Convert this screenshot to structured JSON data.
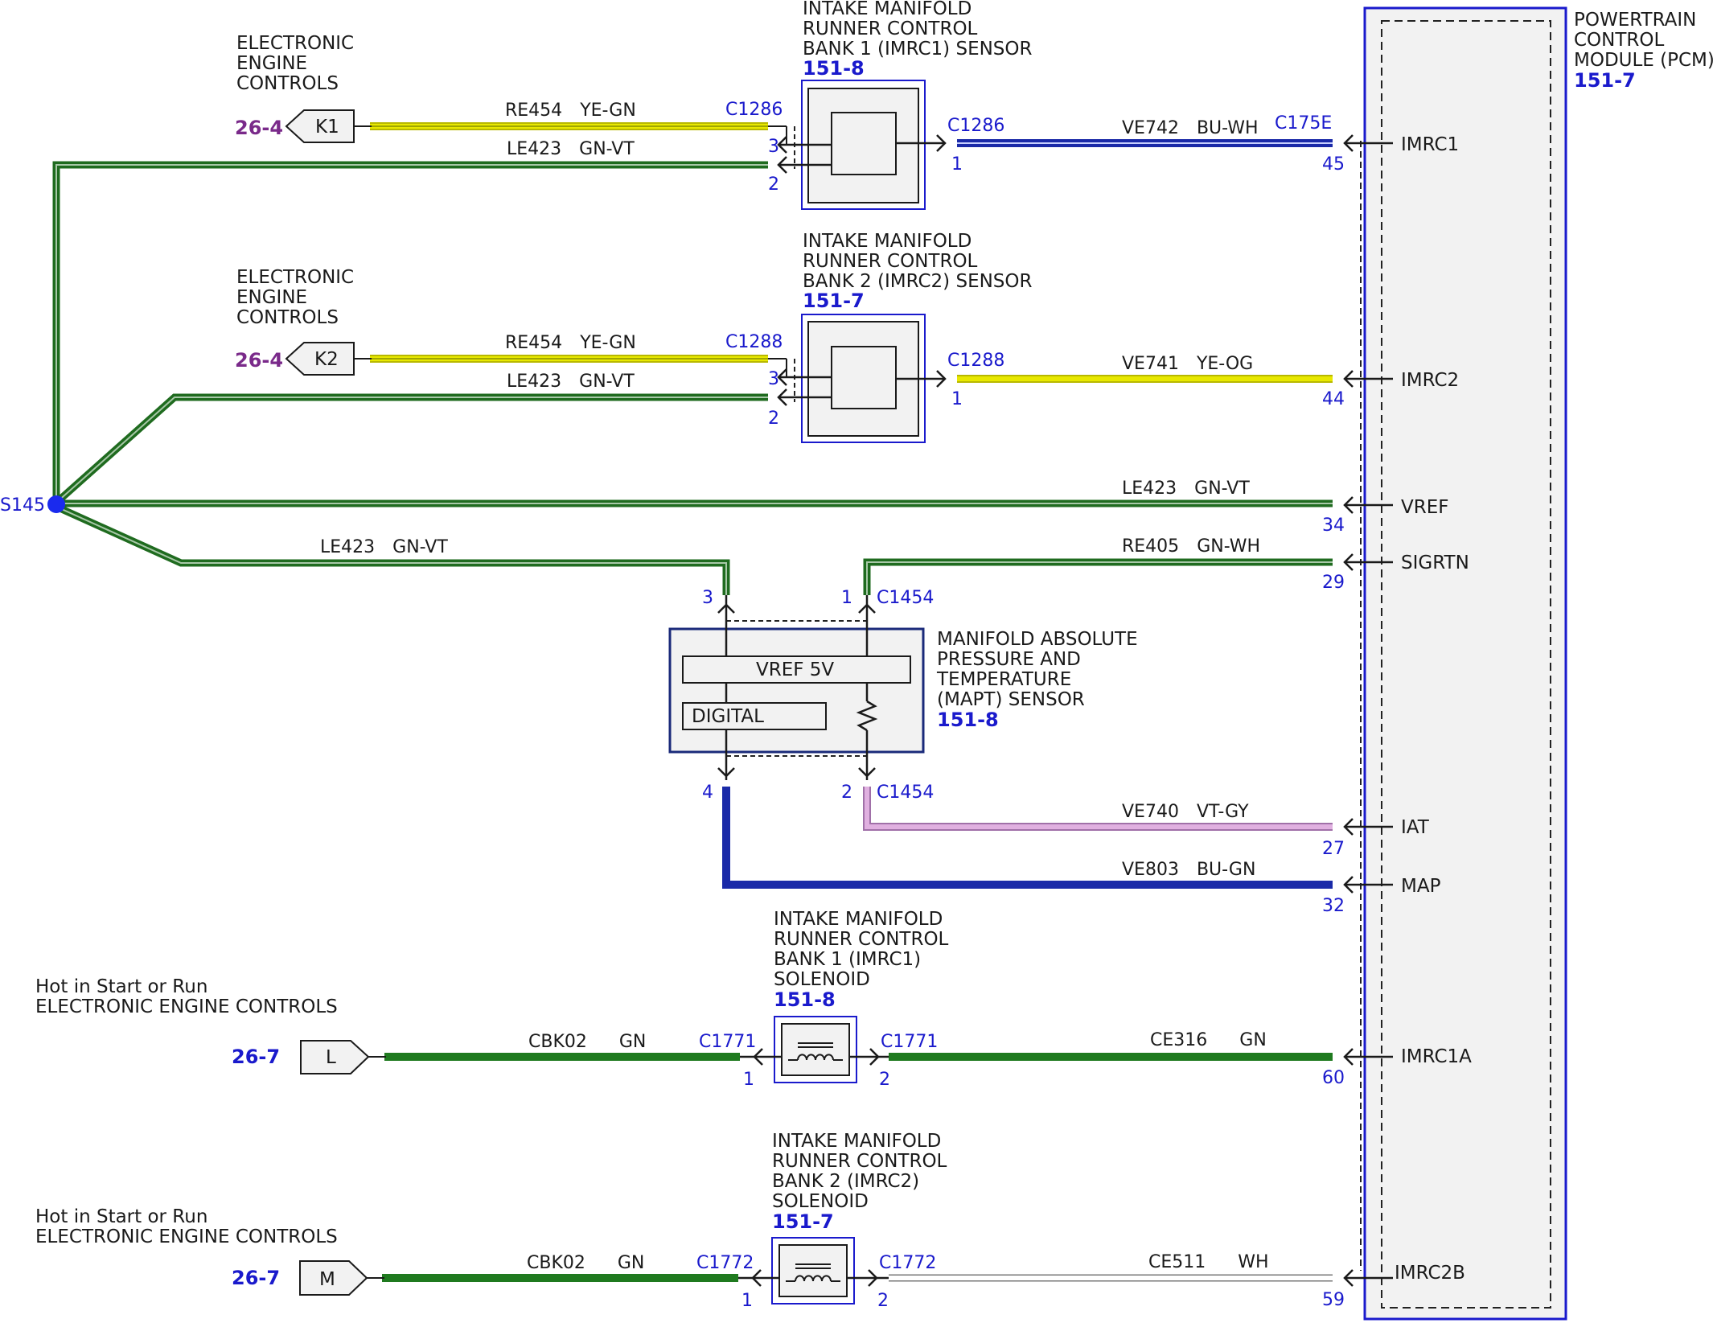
{
  "pcm": {
    "title": [
      "POWERTRAIN",
      "CONTROL",
      "MODULE (PCM)"
    ],
    "ref": "151-7",
    "signals": [
      "IMRC1",
      "IMRC2",
      "VREF",
      "SIGRTN",
      "IAT",
      "MAP",
      "IMRC1A",
      "IMRC2B"
    ],
    "pins": [
      "45",
      "44",
      "34",
      "29",
      "27",
      "32",
      "60",
      "59"
    ]
  },
  "eec1": {
    "title": [
      "ELECTRONIC",
      "ENGINE",
      "CONTROLS"
    ],
    "ref": "26-4",
    "tag": "K1"
  },
  "eec2": {
    "title": [
      "ELECTRONIC",
      "ENGINE",
      "CONTROLS"
    ],
    "ref": "26-4",
    "tag": "K2"
  },
  "sensor1": {
    "title": [
      "INTAKE MANIFOLD",
      "RUNNER CONTROL",
      "BANK 1 (IMRC1) SENSOR"
    ],
    "ref": "151-8",
    "conn_left": "C1286",
    "conn_right": "C1286",
    "conn_pcm": "C175E",
    "pin_in": "3",
    "pin_gnd": "2",
    "pin_out": "1"
  },
  "sensor2": {
    "title": [
      "INTAKE MANIFOLD",
      "RUNNER CONTROL",
      "BANK 2 (IMRC2) SENSOR"
    ],
    "ref": "151-7",
    "conn_left": "C1288",
    "conn_right": "C1288",
    "pin_in": "3",
    "pin_gnd": "2",
    "pin_out": "1"
  },
  "splice": {
    "label": "S145"
  },
  "mapt": {
    "title": [
      "MANIFOLD ABSOLUTE",
      "PRESSURE AND",
      "TEMPERATURE",
      "(MAPT) SENSOR"
    ],
    "ref": "151-8",
    "vref_label": "VREF 5V",
    "digital_label": "DIGITAL",
    "conn_top": "C1454",
    "conn_bottom": "C1454",
    "pin_vref": "3",
    "pin_sigrtn": "1",
    "pin_map": "4",
    "pin_iat": "2"
  },
  "sol1": {
    "title": [
      "INTAKE MANIFOLD",
      "RUNNER CONTROL",
      "BANK 1 (IMRC1)",
      "SOLENOID"
    ],
    "ref": "151-8",
    "conn_left": "C1771",
    "conn_right": "C1771",
    "pin_in": "1",
    "pin_out": "2"
  },
  "sol2": {
    "title": [
      "INTAKE MANIFOLD",
      "RUNNER CONTROL",
      "BANK 2 (IMRC2)",
      "SOLENOID"
    ],
    "ref": "151-7",
    "conn_left": "C1772",
    "conn_right": "C1772",
    "pin_in": "1",
    "pin_out": "2"
  },
  "power1": {
    "title": [
      "Hot in Start or Run",
      "ELECTRONIC ENGINE CONTROLS"
    ],
    "ref": "26-7",
    "tag": "L"
  },
  "power2": {
    "title": [
      "Hot in Start or Run",
      "ELECTRONIC ENGINE CONTROLS"
    ],
    "ref": "26-7",
    "tag": "M"
  },
  "wires": {
    "w1": {
      "circuit": "RE454",
      "color": "YE-GN"
    },
    "w2": {
      "circuit": "LE423",
      "color": "GN-VT"
    },
    "w3": {
      "circuit": "VE742",
      "color": "BU-WH"
    },
    "w4": {
      "circuit": "RE454",
      "color": "YE-GN"
    },
    "w5": {
      "circuit": "LE423",
      "color": "GN-VT"
    },
    "w6": {
      "circuit": "VE741",
      "color": "YE-OG"
    },
    "w7": {
      "circuit": "LE423",
      "color": "GN-VT"
    },
    "w8": {
      "circuit": "LE423",
      "color": "GN-VT"
    },
    "w9": {
      "circuit": "RE405",
      "color": "GN-WH"
    },
    "w10": {
      "circuit": "VE740",
      "color": "VT-GY"
    },
    "w11": {
      "circuit": "VE803",
      "color": "BU-GN"
    },
    "w12": {
      "circuit": "CBK02",
      "color": "GN"
    },
    "w13": {
      "circuit": "CE316",
      "color": "GN"
    },
    "w14": {
      "circuit": "CBK02",
      "color": "GN"
    },
    "w15": {
      "circuit": "CE511",
      "color": "WH"
    }
  },
  "colors": {
    "green": "#1f6b1f",
    "yellow": "#e8e800",
    "blue": "#1a2aa8",
    "violet": "#c890c8",
    "outline": "#1a1acc"
  }
}
